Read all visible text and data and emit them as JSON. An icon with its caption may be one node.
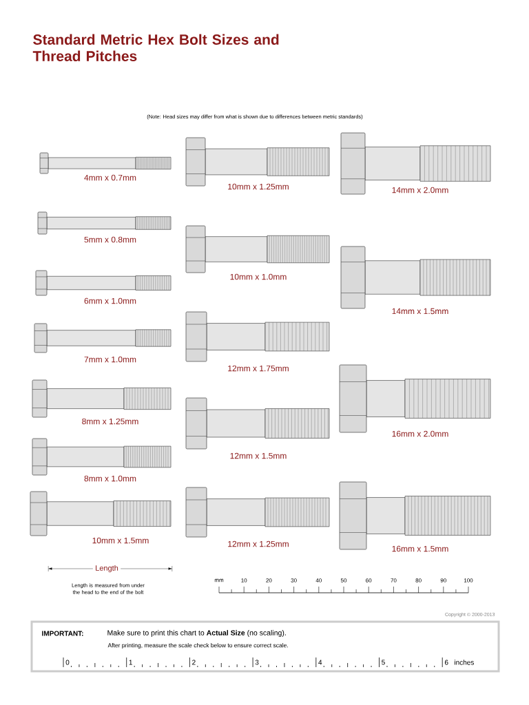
{
  "diagram": {
    "title": "Standard Metric Hex Bolt Sizes and Thread Pitches",
    "labels": [
      "(Note: Head sizes may differ from what is shown due to differences between metric standards)",
      "4mm x 0.7mm",
      "5mm x 0.8mm",
      "6mm x 1.0mm",
      "7mm x 1.0mm",
      "8mm x 1.25mm",
      "8mm x 1.0mm",
      "10mm x 1.5mm",
      "10mm x 1.25mm",
      "10mm x 1.0mm",
      "12mm x 1.75mm",
      "12mm x 1.5mm",
      "12mm x 1.25mm",
      "14mm x 2.0mm",
      "14mm x 1.5mm",
      "16mm x 2.0mm",
      "16mm x 1.5mm",
      "Length",
      "Length is measured from under the head to the end of the bolt",
      "mm",
      "10",
      "20",
      "30",
      "40",
      "50",
      "60",
      "70",
      "80",
      "90",
      "100",
      "Copyright © 2000-2013",
      "IMPORTANT:",
      "Make sure to print this chart to **Actual Size** (no scaling).",
      "After printing, measure the scale check below to ensure correct scale.",
      "0",
      "1",
      "2",
      "3",
      "4",
      "5",
      "6",
      "inches"
    ]
  }
}
